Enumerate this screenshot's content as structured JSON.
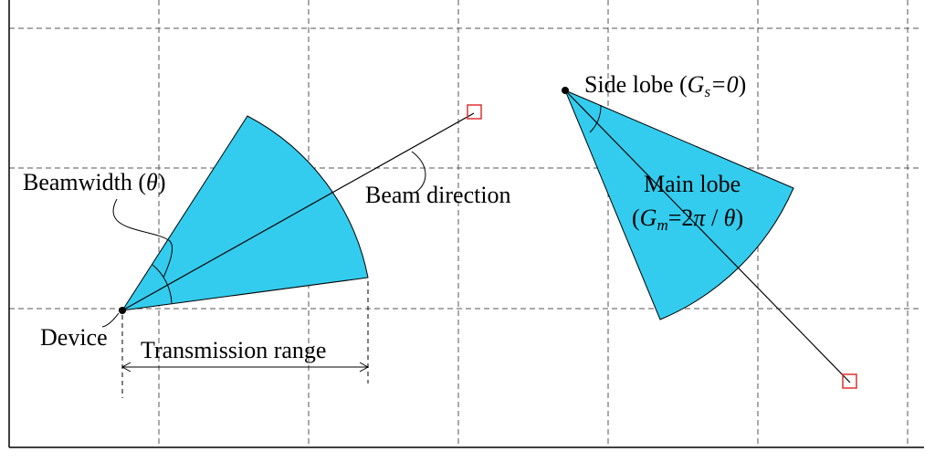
{
  "labels": {
    "beamwidth": "Beamwidth (",
    "beamwidth_symbol": "θ",
    "beamwidth_close": ")",
    "beam_direction": "Beam direction",
    "device": "Device",
    "transmission_range": "Transmission range",
    "side_lobe_prefix": "Side lobe (",
    "side_lobe_g": "G",
    "side_lobe_sub": "s",
    "side_lobe_val": "=0",
    "side_lobe_close": ")",
    "main_lobe": "Main lobe",
    "main_lobe_open": "(",
    "main_lobe_g": "G",
    "main_lobe_sub": "m",
    "main_lobe_eq": "=2",
    "main_lobe_pi": "π",
    "main_lobe_slash": " / ",
    "main_lobe_theta": "θ",
    "main_lobe_close": ")"
  },
  "colors": {
    "lobe_fill": "#33ccee",
    "target_marker": "#e03030",
    "grid": "#555555"
  }
}
